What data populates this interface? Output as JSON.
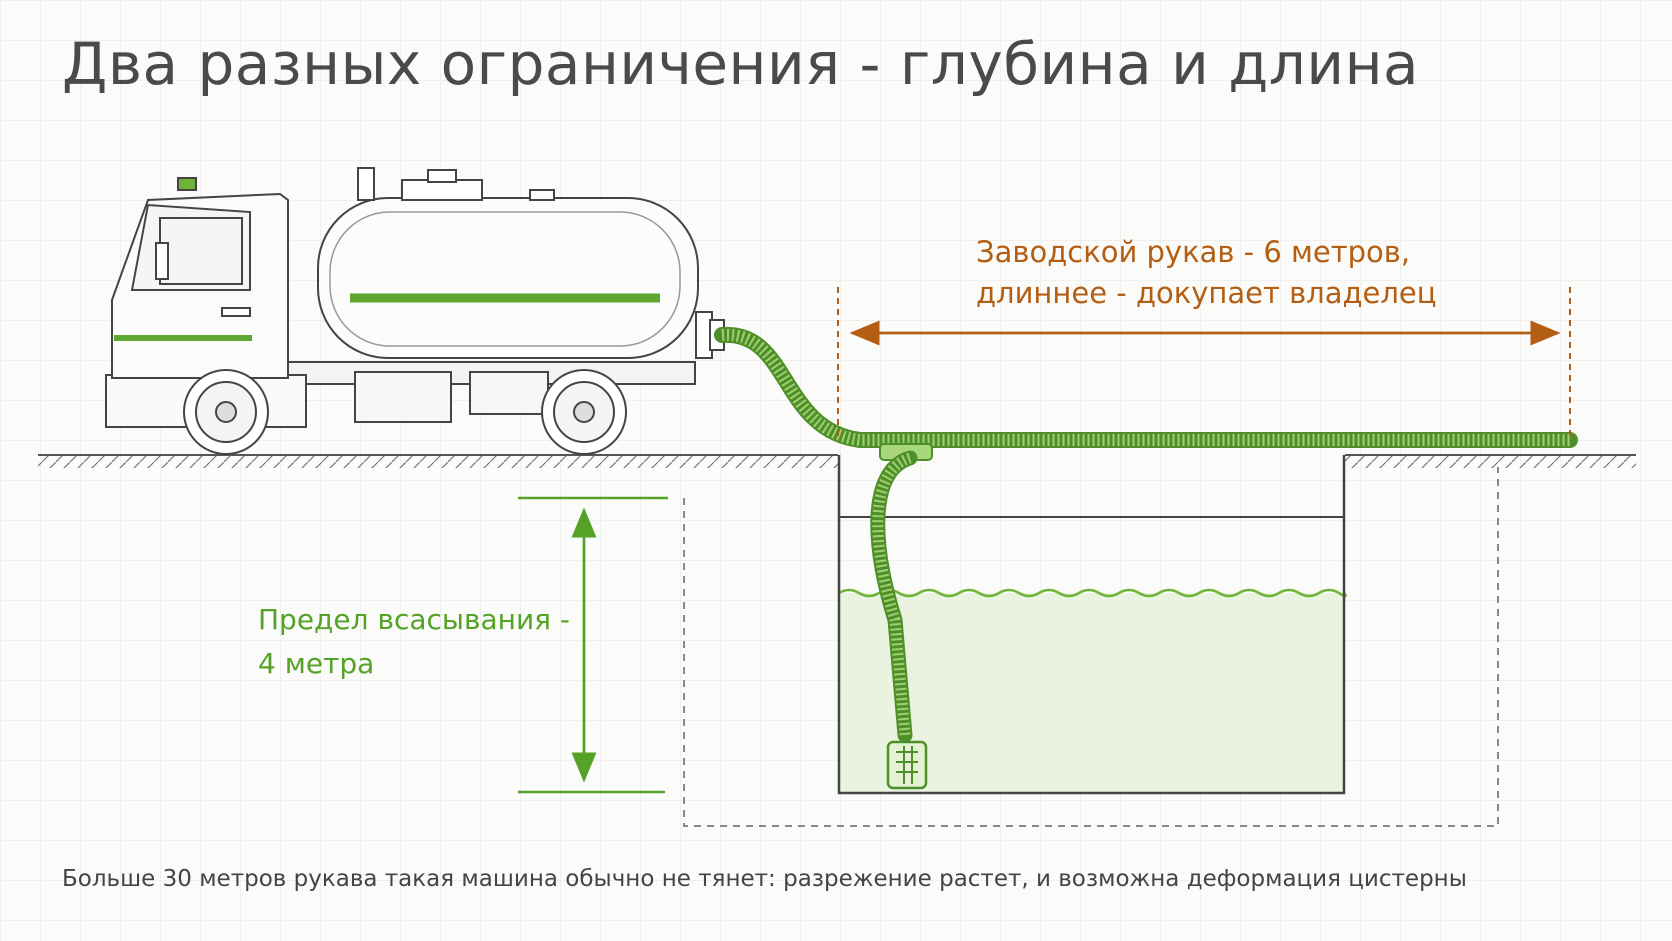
{
  "title": "Два разных ограничения - глубина и длина",
  "hose_label": {
    "line1": "Заводской рукав - 6 метров,",
    "line2": "длиннее - докупает владелец"
  },
  "depth_label": {
    "line1": "Предел всасывания -",
    "line2": "4 метра"
  },
  "footer": "Больше 30 метров рукава такая машина обычно не тянет: разрежение растет, и возможна деформация цистерны",
  "colors": {
    "hose": "#5ea832",
    "hose_dim": "#b35e12",
    "depth_dim": "#54a326",
    "water": "#e9f3df",
    "stripe": "#5ea832"
  }
}
